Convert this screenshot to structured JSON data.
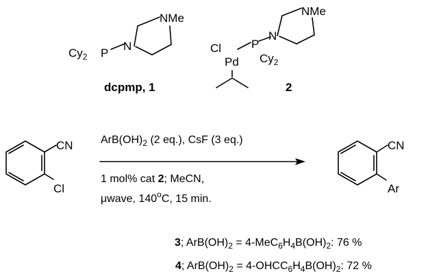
{
  "ligand": {
    "cy2": "Cy",
    "cy2_sub": "2",
    "p": "P",
    "n": "N",
    "nme": "NMe",
    "name": "dcpmp, 1"
  },
  "complex": {
    "cl": "Cl",
    "pd": "Pd",
    "p": "P",
    "n": "N",
    "nme": "NMe",
    "cy2": "Cy",
    "cy2_sub": "2",
    "number": "2"
  },
  "reactant": {
    "cn": "CN",
    "cl": "Cl"
  },
  "product": {
    "cn": "CN",
    "ar": "Ar"
  },
  "conditions": {
    "line1_a": "ArB(OH)",
    "line1_sub": "2",
    "line1_b": " (2 eq.), CsF (3 eq.)",
    "line2_a": "1 mol% cat ",
    "line2_bold": "2",
    "line2_b": "; MeCN,",
    "line3_a": "μwave, 140",
    "line3_sup": "o",
    "line3_b": "C, 15 min."
  },
  "results": [
    {
      "num": "3",
      "parts": [
        "; ArB(OH)",
        "2",
        " = 4-MeC",
        "6",
        "H",
        "4",
        "B(OH)",
        "2",
        ": 76 %"
      ]
    },
    {
      "num": "4",
      "parts": [
        "; ArB(OH)",
        "2",
        " = 4-OHCC",
        "6",
        "H",
        "4",
        "B(OH)",
        "2",
        ": 72 %"
      ]
    }
  ]
}
